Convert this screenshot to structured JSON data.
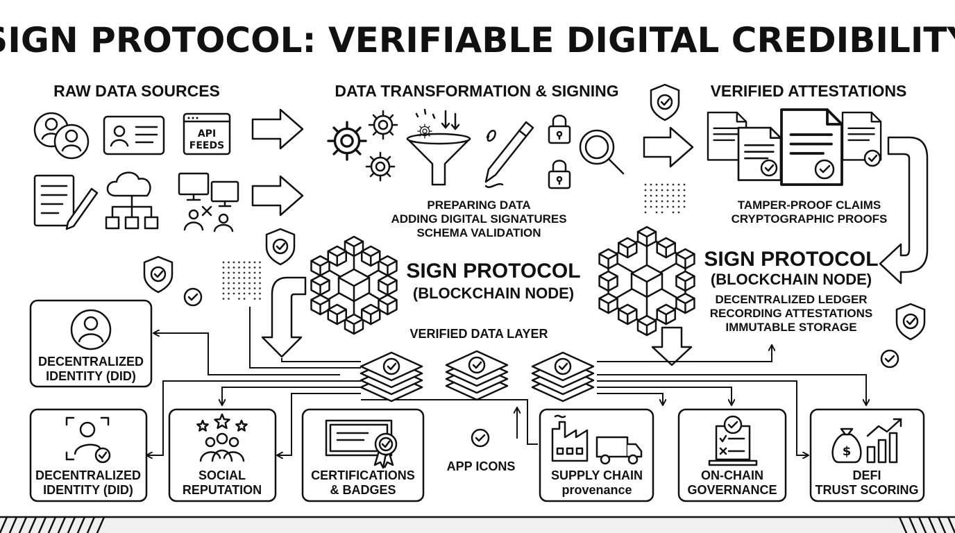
{
  "title": "SIGN PROTOCOL: VERIFIABLE DIGITAL CREDIBILITY",
  "sections": {
    "raw_data": "RAW DATA SOURCES",
    "transform": "DATA TRANSFORMATION & SIGNING",
    "attestations": "VERIFIED ATTESTATIONS"
  },
  "raw_icons": {
    "api_line1": "API",
    "api_line2": "FEEDS"
  },
  "transform_steps": [
    "PREPARING DATA",
    "ADDING DIGITAL SIGNATURES",
    "SCHEMA VALIDATION"
  ],
  "attestation_notes": [
    "TAMPER-PROOF CLAIMS",
    "CRYPTOGRAPHIC PROOFS"
  ],
  "node_left": {
    "line1": "SIGN PROTOCOL",
    "line2": "(BLOCKCHAIN NODE)"
  },
  "node_right": {
    "line1": "SIGN PROTOCOL",
    "line2": "(BLOCKCHAIN NODE)",
    "details": [
      "DECENTRALIZED LEDGER",
      "RECORDING ATTESTATIONS",
      "IMMUTABLE STORAGE"
    ]
  },
  "verified_layer": "VERIFIED DATA LAYER",
  "app_icons_label": "APP ICONS",
  "apps": [
    {
      "line1": "DECENTRALIZED",
      "line2": "IDENTITY (DID)",
      "icon": "user-circle-icon"
    },
    {
      "line1": "DECENTRALIZED",
      "line2": "IDENTITY (DID)",
      "icon": "face-scan-icon"
    },
    {
      "line1": "SOCIAL",
      "line2": "REPUTATION",
      "icon": "stars-people-icon"
    },
    {
      "line1": "CERTIFICATIONS",
      "line2": "& BADGES",
      "icon": "certificate-icon"
    },
    {
      "line1": "SUPPLY CHAIN",
      "line2": "provenance",
      "icon": "factory-truck-icon"
    },
    {
      "line1": "ON-CHAIN",
      "line2": "GOVERNANCE",
      "icon": "ballot-icon"
    },
    {
      "line1": "DEFI",
      "line2": "TRUST SCORING",
      "icon": "moneybag-chart-icon"
    }
  ]
}
